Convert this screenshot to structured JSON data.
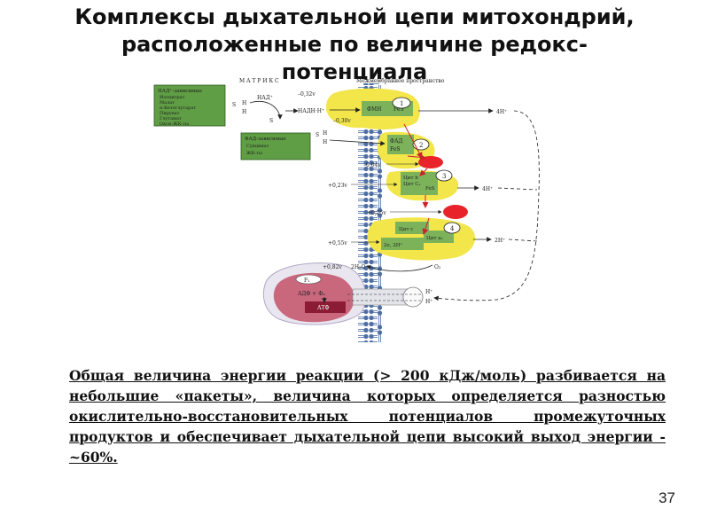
{
  "title": {
    "line1": "Комплексы дыхательной цепи митохондрий,",
    "line2": "расположенные по величине редокс-",
    "line3": "потенциала"
  },
  "diagram": {
    "header_matrix": "М А Т Р И К С",
    "header_ims": "Межмембранное пространство",
    "nad_box": [
      "НАД⁺-зависимые",
      "Изоцитрат",
      "Малат",
      "α-Кетоглутарат",
      "Пируват",
      "Глутамат",
      "Окси-ЖК-ты"
    ],
    "fad_box": [
      "ФАД-зависимые",
      "Сукцинат",
      "ЖК-ты"
    ],
    "potentials": [
      "–0,32v",
      "–0,30v",
      "–0,04v",
      "+0,23v",
      "+0,25v",
      "+0,55v",
      "+0,82v"
    ],
    "labels": {
      "nad_plus": "НАД⁺",
      "nadh": "НАДН·Н⁺",
      "fmn": "ФМН",
      "fes": "FeS",
      "fad_fes": [
        "ФАД",
        "FeS"
      ],
      "cyt_b": [
        "Цит b",
        "Цит C₁",
        "FeS"
      ],
      "cyt_c": "Цит с",
      "cyt_a": "Цит а",
      "cyt_a3": "Цит а₃",
      "cu": "2е, 2Н⁺",
      "water": "2Н₂О",
      "oxygen": "О₂",
      "f1": "F₁",
      "adp": "АДФ + Фₙ",
      "atp": "АТФ",
      "h_plus": "Н⁺",
      "h_out1": "4Н⁺",
      "h_out2": "4Н⁺",
      "h_out3": "2Н⁺",
      "s": "S",
      "h": "Н",
      "complexes": [
        "1",
        "2",
        "3",
        "4"
      ]
    }
  },
  "body_text": "Общая величина энергии реакции (> 200 кДж/моль) разбивается на небольшие «пакеты», величина которых определяется разностью окислительно-восстановительных потенциалов промежуточных продуктов и обеспечивает дыхательной цепи высокий выход энергии - ~60%.",
  "page_number": "37",
  "colors": {
    "complex_yellow": "#f2e64a",
    "complex_green": "#7cb35a",
    "box_green": "#5f9e45",
    "membrane_blue": "#4d6fa6",
    "atp_synthase_pink": "#c9677d",
    "red_marker": "#e8242a"
  }
}
